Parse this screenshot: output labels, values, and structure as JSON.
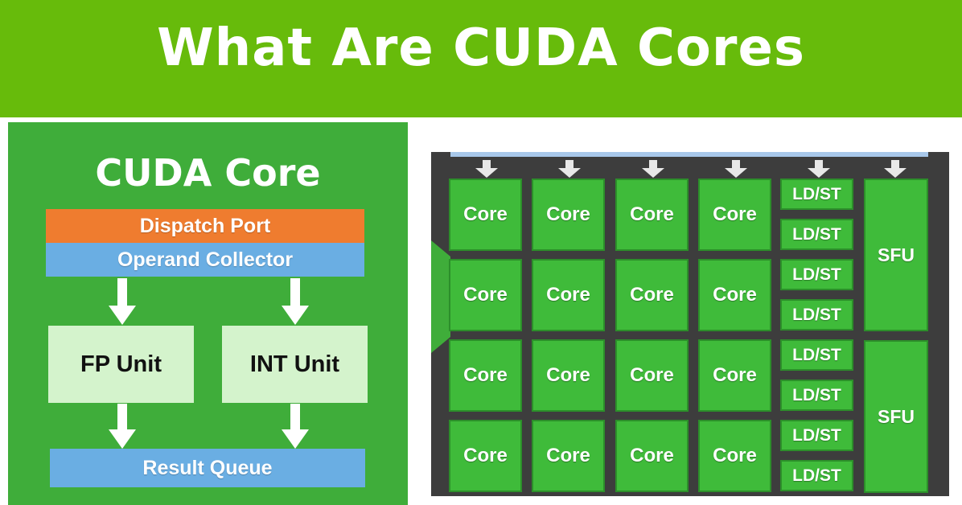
{
  "banner": {
    "title": "What Are CUDA Cores"
  },
  "left_panel": {
    "title": "CUDA Core",
    "dispatch_port": "Dispatch Port",
    "operand_collector": "Operand Collector",
    "fp_unit": "FP Unit",
    "int_unit": "INT Unit",
    "result_queue": "Result Queue"
  },
  "grid": {
    "core_label": "Core",
    "ldst_label": "LD/ST",
    "sfu_label": "SFU",
    "core_rows": 4,
    "core_cols": 4,
    "ldst_count": 8,
    "sfu_count": 2,
    "arrow_count": 6
  },
  "colors": {
    "banner_green": "#67bb0b",
    "panel_green": "#3fad3a",
    "dispatch_orange": "#ef7c2f",
    "operand_blue": "#6aaee3",
    "unit_light_green": "#d4f3cc",
    "grid_dark": "#3d3d3d",
    "cell_green": "#3fbb3a"
  }
}
